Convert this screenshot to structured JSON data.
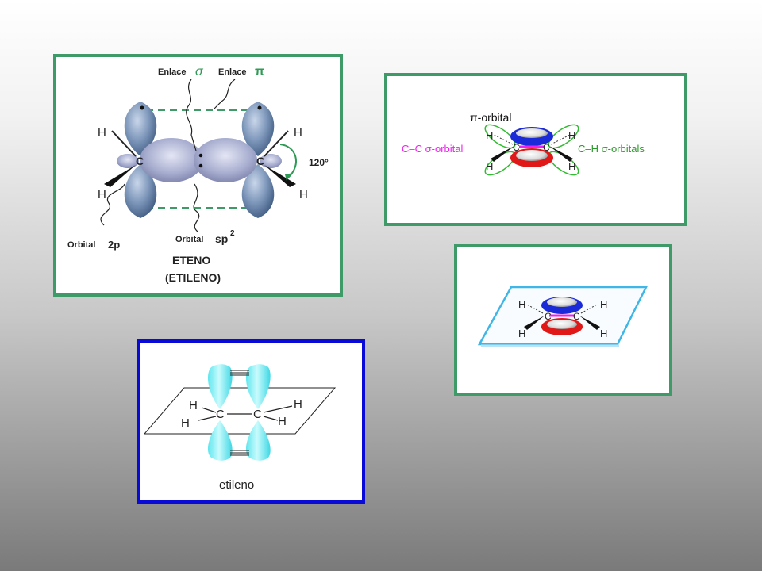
{
  "panel1": {
    "enlace_sigma": "Enlace",
    "sigma": "σ",
    "enlace_pi": "Enlace",
    "pi": "π",
    "h": "H",
    "c": "C",
    "angle": "120°",
    "orbital_2p_word": "Orbital",
    "orbital_2p": "2p",
    "orbital_sp2_word": "Orbital",
    "orbital_sp2": "sp",
    "sp2_sup": "2",
    "title": "ETENO",
    "subtitle": "(ETILENO)"
  },
  "panel2": {
    "pi_orbital": "π-orbital",
    "cc_sigma": "C–C σ-orbital",
    "ch_sigma": "C–H σ-orbitals",
    "h": "H",
    "c": "C"
  },
  "panel3": {
    "h": "H",
    "c": "C"
  },
  "panel4": {
    "h": "H",
    "c": "C",
    "caption": "etileno"
  },
  "colors": {
    "green_border": "#3e9a66",
    "blue_border": "#0a0ad8",
    "lobe_blue": "#7a94b8",
    "sp2_lobe": "#a8aed0",
    "cyan_lobe": "#7ff0f5",
    "pi_blue": "#1a2ad8",
    "pi_red": "#e01818",
    "sigma_green": "#33bb33",
    "sigma_magenta": "#ee22ee",
    "plane_cyan": "#3fb6e8"
  }
}
